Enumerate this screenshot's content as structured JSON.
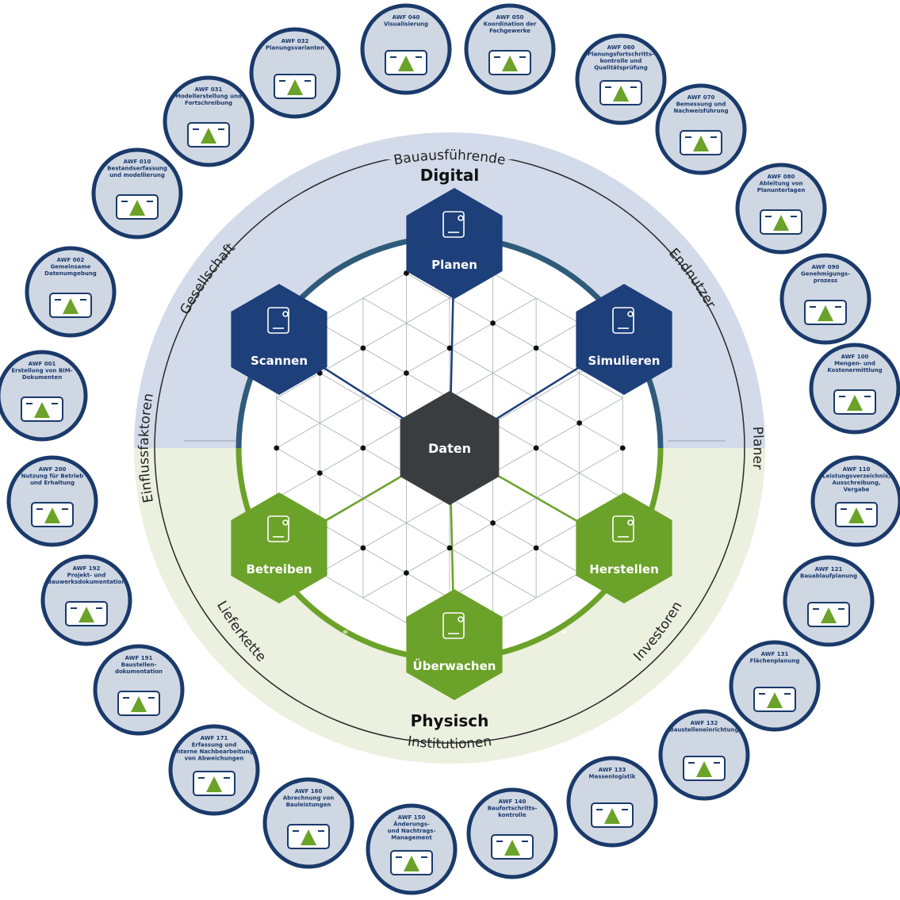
{
  "center": {
    "top_label": "Digital",
    "bottom_label": "Physisch",
    "core_label": "Daten"
  },
  "stakeholders": {
    "top": "Bauausführende",
    "top_right": "Endnutzer",
    "right": "Planer",
    "bottom_right": "Investoren",
    "bottom": "Institutionen",
    "bottom_left": "Lieferkette",
    "left": "Einflussfaktoren",
    "top_left": "Gesellschaft"
  },
  "phases": [
    {
      "label": "Planen",
      "icon": "tablet-pen-icon",
      "color": "#1d3f7a"
    },
    {
      "label": "Simulieren",
      "icon": "vr-headset-icon",
      "color": "#1d3f7a"
    },
    {
      "label": "Herstellen",
      "icon": "robot-arm-icon",
      "color": "#6ba229"
    },
    {
      "label": "Überwachen",
      "icon": "crane-icon",
      "color": "#6ba229"
    },
    {
      "label": "Betreiben",
      "icon": "building-icon",
      "color": "#6ba229"
    },
    {
      "label": "Scannen",
      "icon": "scan-cube-icon",
      "color": "#1d3f7a"
    }
  ],
  "colors": {
    "navy": "#1d3f7a",
    "green": "#6ba229",
    "digital_bg": "#d3dae9",
    "physical_bg": "#ecf0df",
    "core": "#3a3d40",
    "ring_border": "#1a3a6b",
    "badge_fill": "#cfd7e3"
  },
  "use_cases": [
    {
      "lines": [
        "AWF 040",
        "Visualisierung"
      ],
      "icon": "vr-headset-icon"
    },
    {
      "lines": [
        "AWF 050",
        "Koordination der",
        "Fachgewerke"
      ],
      "icon": "network-icon"
    },
    {
      "lines": [
        "AWF 060",
        "Planungsfortschritts-",
        "kontrolle und",
        "Qualitätsprüfung"
      ],
      "icon": "checklist-icon"
    },
    {
      "lines": [
        "AWF 070",
        "Bemessung und",
        "Nachweisführung"
      ],
      "icon": "beam-icon"
    },
    {
      "lines": [
        "AWF 080",
        "Ableitung von",
        "Planunterlagen"
      ],
      "icon": "bridge-plan-icon"
    },
    {
      "lines": [
        "AWF 090",
        "Genehmigungs-",
        "prozess"
      ],
      "icon": "approval-icon"
    },
    {
      "lines": [
        "AWF 100",
        "Mengen- und",
        "Kostenermittlung"
      ],
      "icon": "cost-icon"
    },
    {
      "lines": [
        "AWF 110",
        "Leistungsverzeichnis,",
        "Ausschreibung,",
        "Vergabe"
      ],
      "icon": "handshake-icon"
    },
    {
      "lines": [
        "AWF 121",
        "Bauablaufplanung"
      ],
      "icon": "clock-icon"
    },
    {
      "lines": [
        "AWF 131",
        "Flächenplanung"
      ],
      "icon": "site-plan-icon"
    },
    {
      "lines": [
        "AWF 132",
        "Baustelleneinrichtung"
      ],
      "icon": "site-setup-icon"
    },
    {
      "lines": [
        "AWF 133",
        "Massenlogistik"
      ],
      "icon": "excavator-icon"
    },
    {
      "lines": [
        "AWF 140",
        "Baufortschritts-",
        "kontrolle"
      ],
      "icon": "worker-icon"
    },
    {
      "lines": [
        "AWF 150",
        "Änderungs-",
        "und Nachtrags-",
        "Management"
      ],
      "icon": "change-icon"
    },
    {
      "lines": [
        "AWF 160",
        "Abrechnung von",
        "Bauleistungen"
      ],
      "icon": "billing-icon"
    },
    {
      "lines": [
        "AWF 171",
        "Erfassung und",
        "interne Nachbearbeitung",
        "von Abweichungen"
      ],
      "icon": "warning-icon"
    },
    {
      "lines": [
        "AWF 191",
        "Baustellen-",
        "dokumentation"
      ],
      "icon": "site-doc-icon"
    },
    {
      "lines": [
        "AWF 192",
        "Projekt- und",
        "Bauwerksdokumentation"
      ],
      "icon": "tablet-doc-icon"
    },
    {
      "lines": [
        "AWF 200",
        "Nutzung für Betrieb",
        "und Erhaltung"
      ],
      "icon": "maintenance-icon"
    },
    {
      "lines": [
        "AWF 001",
        "Erstellung von BIM-",
        "Dokumenten"
      ],
      "icon": "documents-icon"
    },
    {
      "lines": [
        "AWF 002",
        "Gemeinsame",
        "Datenumgebung"
      ],
      "icon": "database-icon"
    },
    {
      "lines": [
        "AWF 010",
        "Bestandserfassung",
        "und modellierung"
      ],
      "icon": "drone-icon"
    },
    {
      "lines": [
        "AWF 031",
        "Modellerstellung und",
        "Fortschreibung"
      ],
      "icon": "model-icon"
    },
    {
      "lines": [
        "AWF 032",
        "Planungsvarianten"
      ],
      "icon": "variants-icon"
    }
  ]
}
